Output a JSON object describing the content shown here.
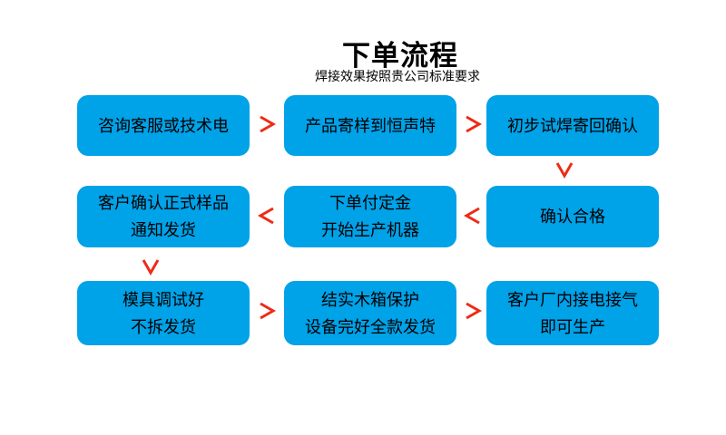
{
  "title": "下单流程",
  "subtitle": "焊接效果按照贵公司标准要求",
  "colors": {
    "box_fill": "#00A2E8",
    "arrow": "#EE2B16",
    "text": "#000000",
    "background": "#FFFFFF"
  },
  "steps": [
    {
      "lines": [
        "咨询客服或技术电"
      ]
    },
    {
      "lines": [
        "产品寄样到恒声特"
      ]
    },
    {
      "lines": [
        "初步试焊寄回确认"
      ]
    },
    {
      "lines": [
        "确认合格"
      ]
    },
    {
      "lines": [
        "下单付定金",
        "开始生产机器"
      ]
    },
    {
      "lines": [
        "客户确认正式样品",
        "通知发货"
      ]
    },
    {
      "lines": [
        "模具调试好",
        "不拆发货"
      ]
    },
    {
      "lines": [
        "结实木箱保护",
        "设备完好全款发货"
      ]
    },
    {
      "lines": [
        "客户厂内接电接气",
        "即可生产"
      ]
    }
  ],
  "arrows": [
    {
      "direction": "right",
      "from": "咨询客服或技术电",
      "to": "产品寄样到恒声特"
    },
    {
      "direction": "right",
      "from": "产品寄样到恒声特",
      "to": "初步试焊寄回确认"
    },
    {
      "direction": "down",
      "from": "初步试焊寄回确认",
      "to": "确认合格"
    },
    {
      "direction": "left",
      "from": "确认合格",
      "to": "下单付定金 开始生产机器"
    },
    {
      "direction": "left",
      "from": "下单付定金 开始生产机器",
      "to": "客户确认正式样品 通知发货"
    },
    {
      "direction": "down",
      "from": "客户确认正式样品 通知发货",
      "to": "模具调试好 不拆发货"
    },
    {
      "direction": "right",
      "from": "模具调试好 不拆发货",
      "to": "结实木箱保护 设备完好全款发货"
    },
    {
      "direction": "right",
      "from": "结实木箱保护 设备完好全款发货",
      "to": "客户厂内接电接气 即可生产"
    }
  ]
}
